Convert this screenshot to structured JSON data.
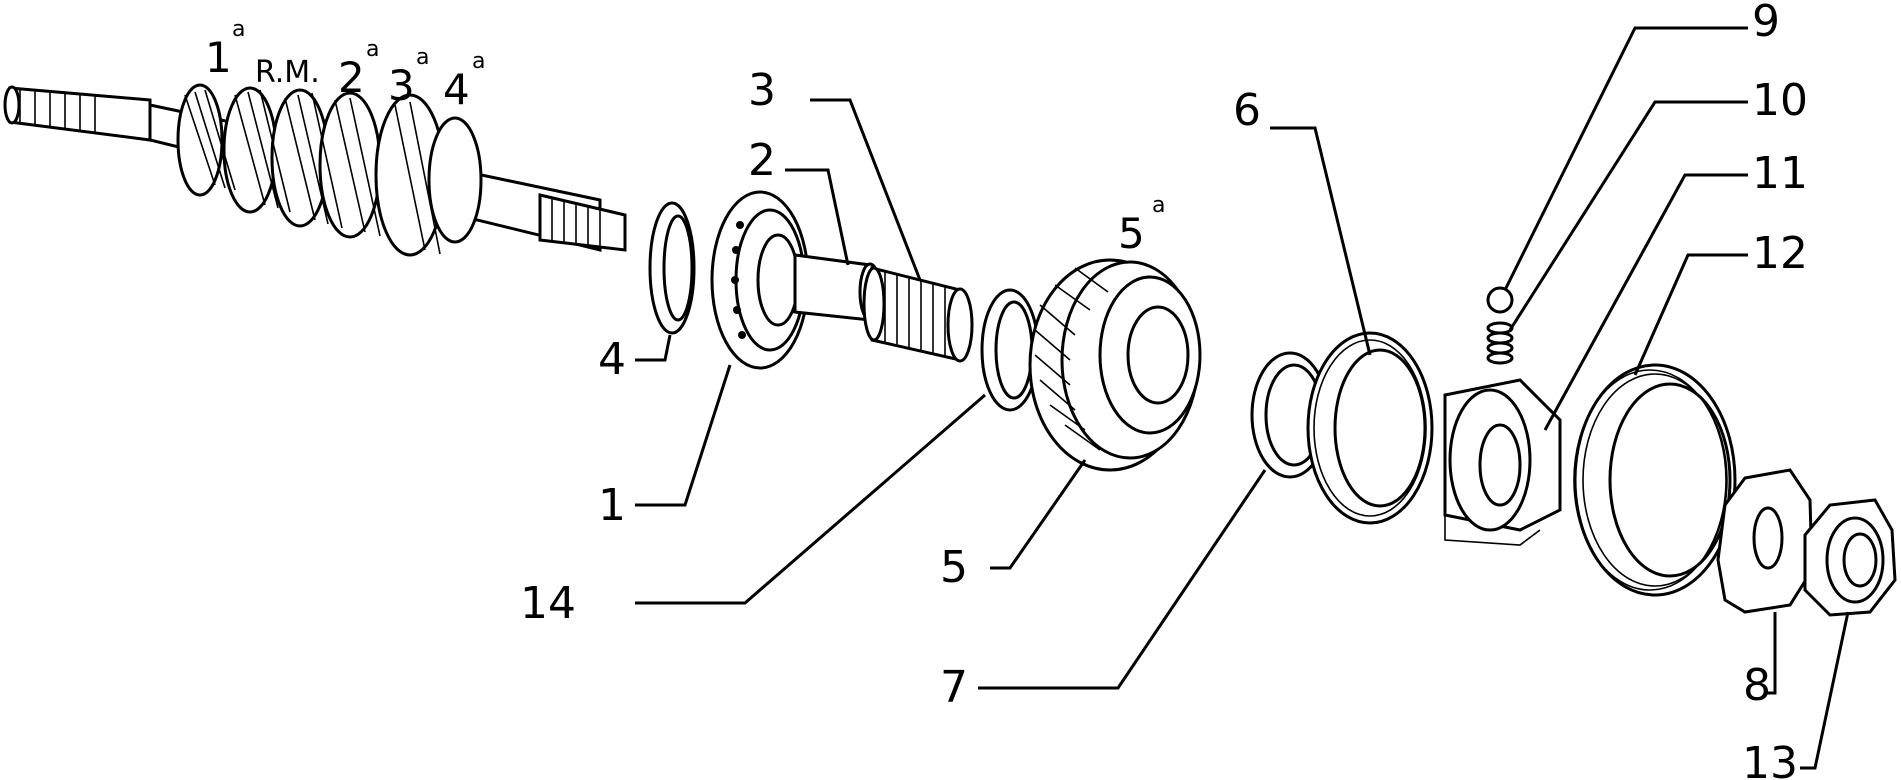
{
  "gear_labels": {
    "g1": {
      "num": "1",
      "sup": "a"
    },
    "rm": "R.M.",
    "g2": {
      "num": "2",
      "sup": "a"
    },
    "g3": {
      "num": "3",
      "sup": "a"
    },
    "g4": {
      "num": "4",
      "sup": "a"
    },
    "g5": {
      "num": "5",
      "sup": "a"
    }
  },
  "callouts": {
    "c1": "1",
    "c2": "2",
    "c3": "3",
    "c4": "4",
    "c5": "5",
    "c6": "6",
    "c7": "7",
    "c8": "8",
    "c9": "9",
    "c10": "10",
    "c11": "11",
    "c12": "12",
    "c13": "13",
    "c14": "14"
  }
}
